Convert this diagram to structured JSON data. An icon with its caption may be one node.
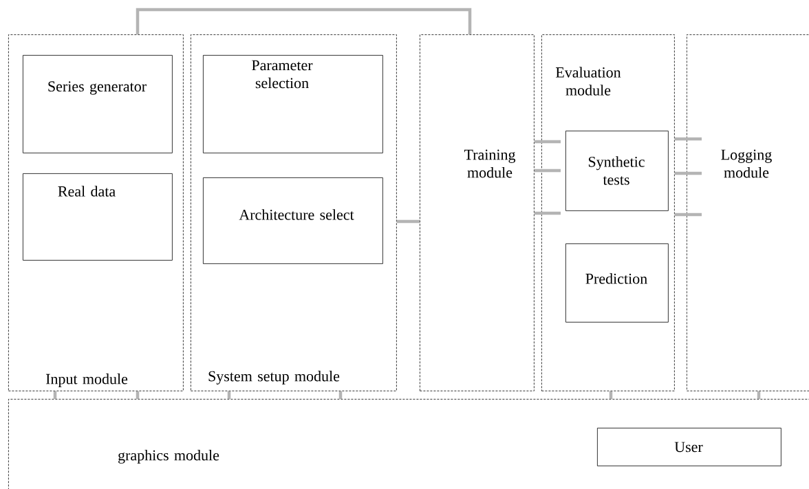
{
  "diagram": {
    "nodes": [
      {
        "text": [
          "Input module"
        ]
      },
      {
        "text": [
          "Series generator"
        ],
        "in": 0
      },
      {
        "text": [
          "Real data"
        ],
        "in": 0
      },
      {
        "text": [
          "System setup module"
        ]
      },
      {
        "text": [
          "Parameter selection"
        ],
        "in": 3
      },
      {
        "text": [
          "Architecture select"
        ],
        "in": 3
      },
      {
        "text": [
          "Training module"
        ]
      },
      {
        "text": [
          "Evaluation module"
        ]
      },
      {
        "text": [
          "Synthetic tests"
        ],
        "in": 7
      },
      {
        "text": [
          "Prediction"
        ],
        "in": 7
      },
      {
        "text": [
          "Logging module"
        ]
      },
      {
        "text": [
          "graphics module"
        ]
      },
      {
        "text": [
          "User"
        ],
        "in": 11
      }
    ],
    "edges": [
      {
        "from": 0,
        "to": 6,
        "arrow": "none"
      },
      {
        "from": 3,
        "to": 6,
        "arrow": "none"
      },
      {
        "from": 6,
        "to": 8,
        "arrow": "none"
      },
      {
        "from": 6,
        "to": 8,
        "arrow": "none"
      },
      {
        "from": 6,
        "to": 8,
        "arrow": "none"
      },
      {
        "from": 7,
        "to": 10,
        "arrow": "none"
      },
      {
        "from": 7,
        "to": 10,
        "arrow": "none"
      },
      {
        "from": 7,
        "to": 10,
        "arrow": "none"
      },
      {
        "from": 0,
        "to": 11,
        "arrow": "none"
      },
      {
        "from": 0,
        "to": 11,
        "arrow": "none"
      },
      {
        "from": 3,
        "to": 11,
        "arrow": "none"
      },
      {
        "from": 3,
        "to": 11,
        "arrow": "none"
      },
      {
        "from": 7,
        "to": 11,
        "arrow": "none"
      },
      {
        "from": 10,
        "to": 11,
        "arrow": "none"
      }
    ]
  }
}
